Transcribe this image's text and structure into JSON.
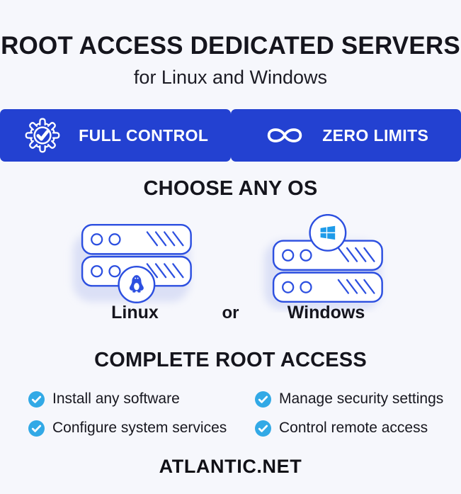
{
  "page": {
    "title": "ROOT ACCESS DEDICATED SERVERS",
    "subtitle": "for Linux and Windows"
  },
  "banner": {
    "items": [
      {
        "icon": "gear-check-icon",
        "label": "FULL CONTROL"
      },
      {
        "icon": "infinity-icon",
        "label": "ZERO LIMITS"
      }
    ]
  },
  "os_section": {
    "heading": "CHOOSE ANY OS",
    "left_os": "Linux",
    "separator": "or",
    "right_os": "Windows",
    "illustrations": [
      "linux-server-illustration",
      "windows-server-illustration"
    ]
  },
  "features_section": {
    "heading": "COMPLETE ROOT ACCESS",
    "items": [
      "Install any software",
      "Configure system services",
      "Manage security settings",
      "Control remote access"
    ]
  },
  "footer": {
    "logo_text": "ATLANTIC.NET"
  },
  "colors": {
    "background": "#f6f7fc",
    "banner_blue": "#2341d1",
    "outline_blue": "#2c4fe0",
    "shadow_lavender": "#dbe0f6",
    "check_blue": "#32a9e6",
    "windows_blue": "#1e9be9",
    "text_dark": "#15151d"
  }
}
